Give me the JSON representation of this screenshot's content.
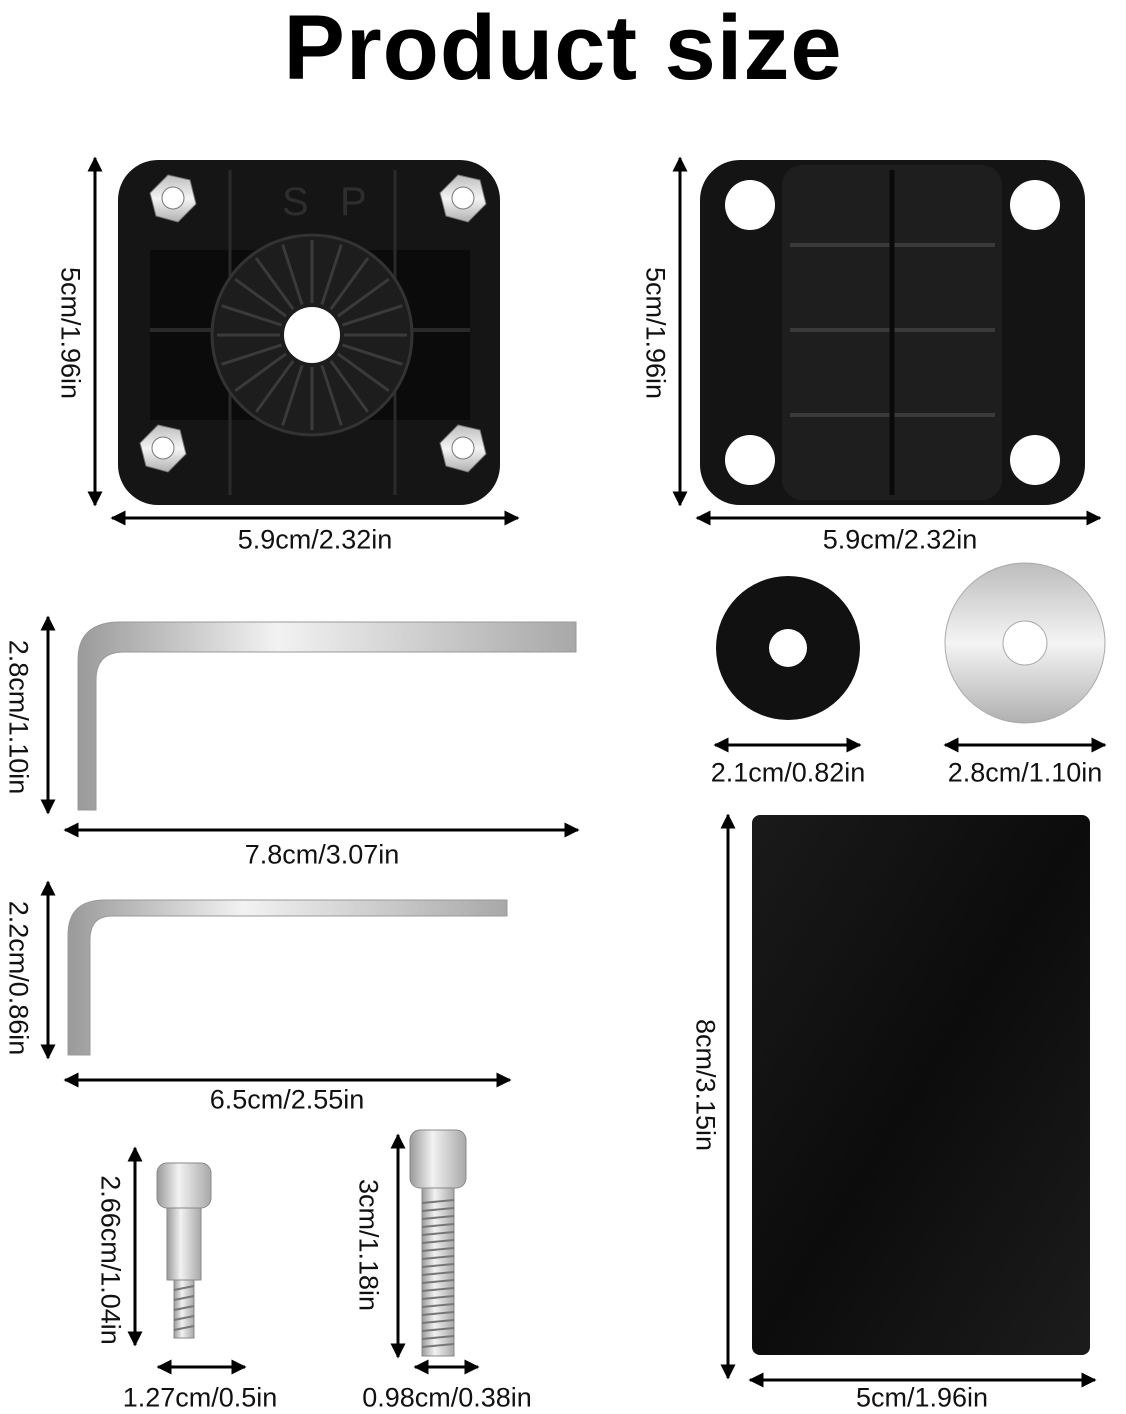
{
  "title": "Product size",
  "items": [
    {
      "name": "mount-base-with-nuts",
      "embossed": "S P",
      "height": "5cm/1.96in",
      "width": "5.9cm/2.32in"
    },
    {
      "name": "mount-base-clamp",
      "height": "5cm/1.96in",
      "width": "5.9cm/2.32in"
    },
    {
      "name": "hex-key-large",
      "height": "2.8cm/1.10in",
      "length": "7.8cm/3.07in"
    },
    {
      "name": "hex-key-small",
      "height": "2.2cm/0.86in",
      "length": "6.5cm/2.55in"
    },
    {
      "name": "shoulder-screw",
      "length": "2.66cm/1.04in",
      "diameter": "1.27cm/0.5in"
    },
    {
      "name": "socket-cap-screw",
      "length": "3cm/1.18in",
      "diameter": "0.98cm/0.38in"
    },
    {
      "name": "rubber-washer",
      "diameter": "2.1cm/0.82in"
    },
    {
      "name": "steel-washer",
      "diameter": "2.8cm/1.10in"
    },
    {
      "name": "adhesive-plate",
      "height": "8cm/3.15in",
      "width": "5cm/1.96in"
    }
  ],
  "colors": {
    "arrow": "#000000",
    "plastic": "#111111",
    "metal": "#c9c9c9"
  }
}
